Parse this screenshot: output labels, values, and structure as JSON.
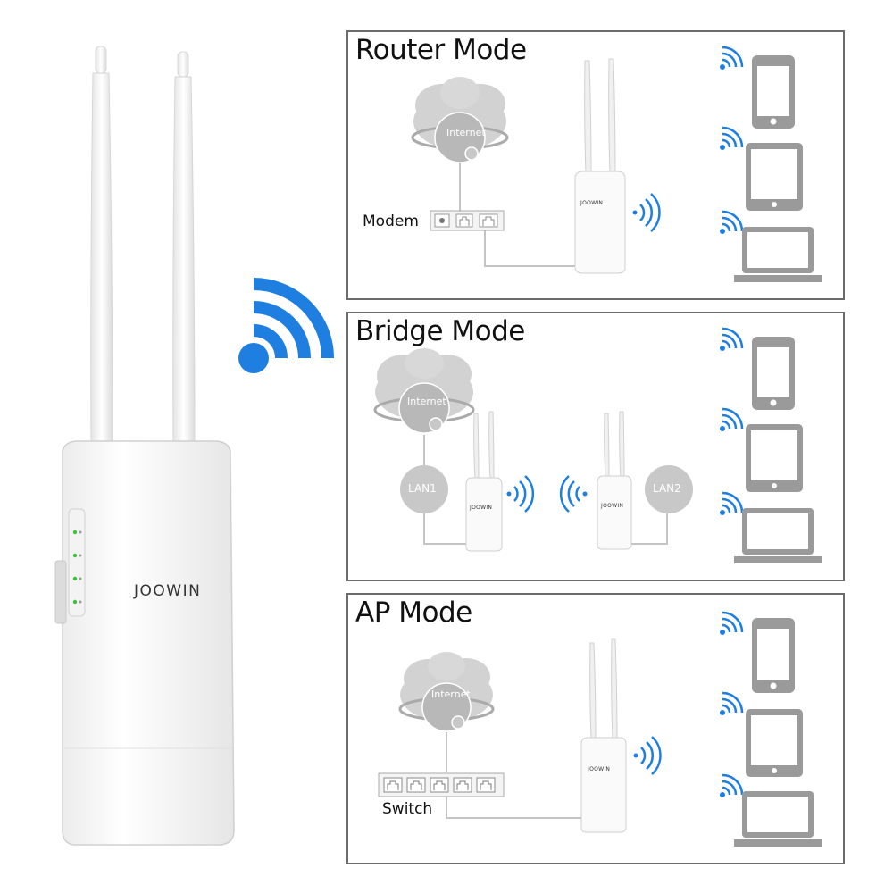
{
  "panels": {
    "router_mode": {
      "title": "Router Mode",
      "modem_label": "Modem",
      "internet_label": "Internet"
    },
    "bridge_mode": {
      "title": "Bridge Mode",
      "internet_label": "Internet",
      "lan1_label": "LAN1",
      "lan2_label": "LAN2"
    },
    "ap_mode": {
      "title": "AP Mode",
      "internet_label": "Internet",
      "switch_label": "Switch"
    }
  },
  "product": {
    "brand": "JOOWIN"
  },
  "icons": [
    "wifi-signal-icon",
    "cloud-icon",
    "globe-icon",
    "modem-icon",
    "switch-icon",
    "router-icon",
    "phone-icon",
    "tablet-icon",
    "laptop-icon"
  ],
  "colors": {
    "wifi_blue": "#1e7fe0",
    "device_gray": "#9e9e9e",
    "cloud_gray": "#d0d0d0",
    "border": "#6b6b6b"
  }
}
